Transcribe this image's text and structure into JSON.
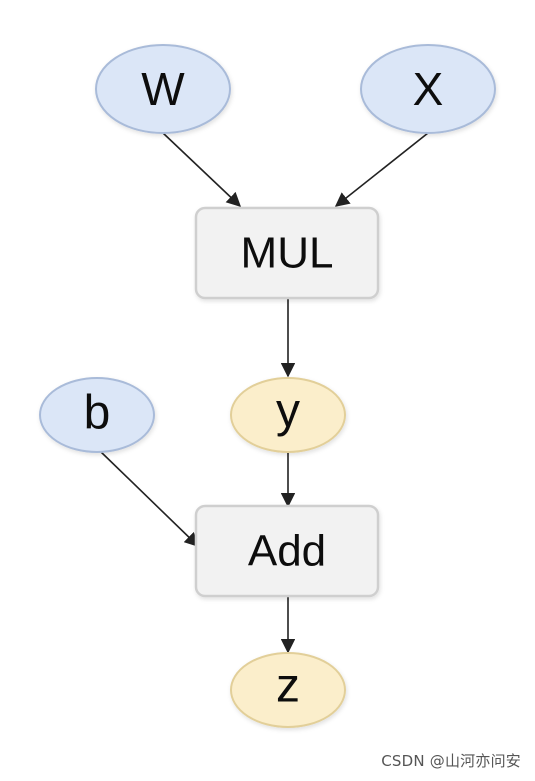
{
  "diagram": {
    "nodes": {
      "w": {
        "label": "W",
        "kind": "input-variable"
      },
      "x": {
        "label": "X",
        "kind": "input-variable"
      },
      "mul": {
        "label": "MUL",
        "kind": "operation"
      },
      "y": {
        "label": "y",
        "kind": "intermediate-variable"
      },
      "b": {
        "label": "b",
        "kind": "input-variable"
      },
      "add": {
        "label": "Add",
        "kind": "operation"
      },
      "z": {
        "label": "z",
        "kind": "output-variable"
      }
    },
    "edges": [
      {
        "from": "W",
        "to": "MUL"
      },
      {
        "from": "X",
        "to": "MUL"
      },
      {
        "from": "MUL",
        "to": "y"
      },
      {
        "from": "y",
        "to": "Add"
      },
      {
        "from": "b",
        "to": "Add"
      },
      {
        "from": "Add",
        "to": "z"
      }
    ],
    "colors": {
      "input_fill": "#dbe6f7",
      "input_stroke": "#a9bbd9",
      "intermediate_fill": "#fbeecb",
      "intermediate_stroke": "#e2cf99",
      "op_fill": "#f2f2f2",
      "op_stroke": "#cfcfcf",
      "edge": "#222222"
    }
  },
  "watermark": {
    "text": "CSDN @山河亦问安"
  }
}
